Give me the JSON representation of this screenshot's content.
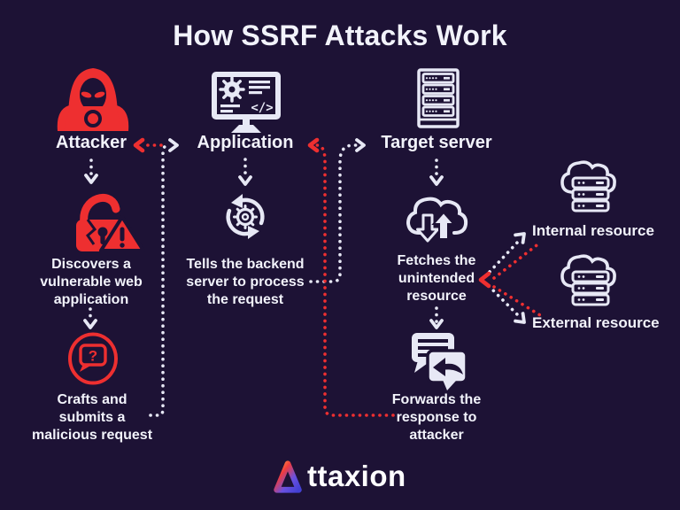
{
  "colors": {
    "bg": "#1d1235",
    "red": "#ee2f30",
    "light": "#e7e8f5",
    "text": "#f2f3fb"
  },
  "title": "How SSRF Attacks Work",
  "actors": {
    "attacker": {
      "label": "Attacker",
      "icon": "hooded-hacker-laptop-icon"
    },
    "application": {
      "label": "Application",
      "icon": "monitor-code-gear-icon"
    },
    "target_server": {
      "label": "Target server",
      "icon": "server-rack-icon"
    }
  },
  "steps": {
    "discover": {
      "icon": "broken-lock-warning-icon",
      "text": "Discovers a\nvulnerable web\napplication"
    },
    "craft": {
      "icon": "question-bubble-icon",
      "text": "Crafts and\nsubmits a\nmalicious request"
    },
    "tells": {
      "icon": "gear-refresh-icon",
      "text": "Tells the backend\nserver to process\nthe request"
    },
    "fetch": {
      "icon": "cloud-transfer-icon",
      "text": "Fetches the\nunintended\nresource"
    },
    "forward": {
      "icon": "chat-forward-icon",
      "text": "Forwards the\nresponse to\nattacker"
    }
  },
  "resources": {
    "internal": {
      "icon": "cloud-server-icon",
      "label": "Internal resource"
    },
    "external": {
      "icon": "cloud-server-icon",
      "label": "External resource"
    }
  },
  "flows": {
    "request_color_name": "white",
    "response_color_name": "red"
  },
  "brand": {
    "name": "Attaxion",
    "wordmark_rest": "ttaxion"
  }
}
